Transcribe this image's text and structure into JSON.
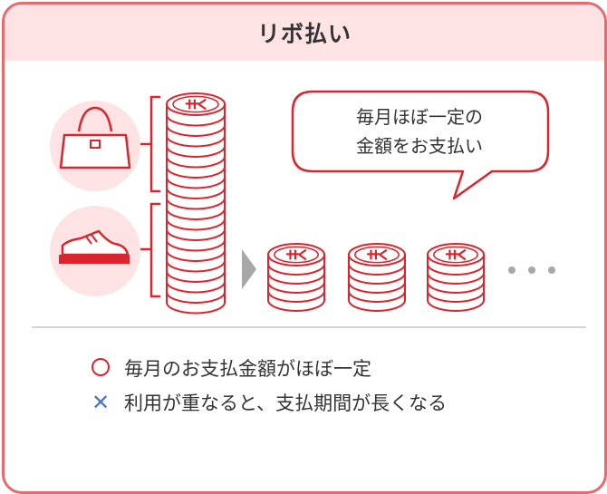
{
  "title": "リボ払い",
  "bubble": {
    "line1": "毎月ほぼ一定の",
    "line2": "金額をお支払い"
  },
  "legend": [
    {
      "symbol": "○",
      "text": "毎月のお支払金額がほぼ一定"
    },
    {
      "symbol": "✕",
      "text": "利用が重なると、支払期間が長くなる"
    }
  ],
  "colors": {
    "red": "#d9262e",
    "border": "#e8696e",
    "pink": "#fde3e3",
    "blue": "#4a72c8"
  },
  "icons": [
    "handbag-icon",
    "sneaker-icon",
    "coin-stack-icon",
    "arrow-right-icon",
    "ellipsis-icon"
  ]
}
